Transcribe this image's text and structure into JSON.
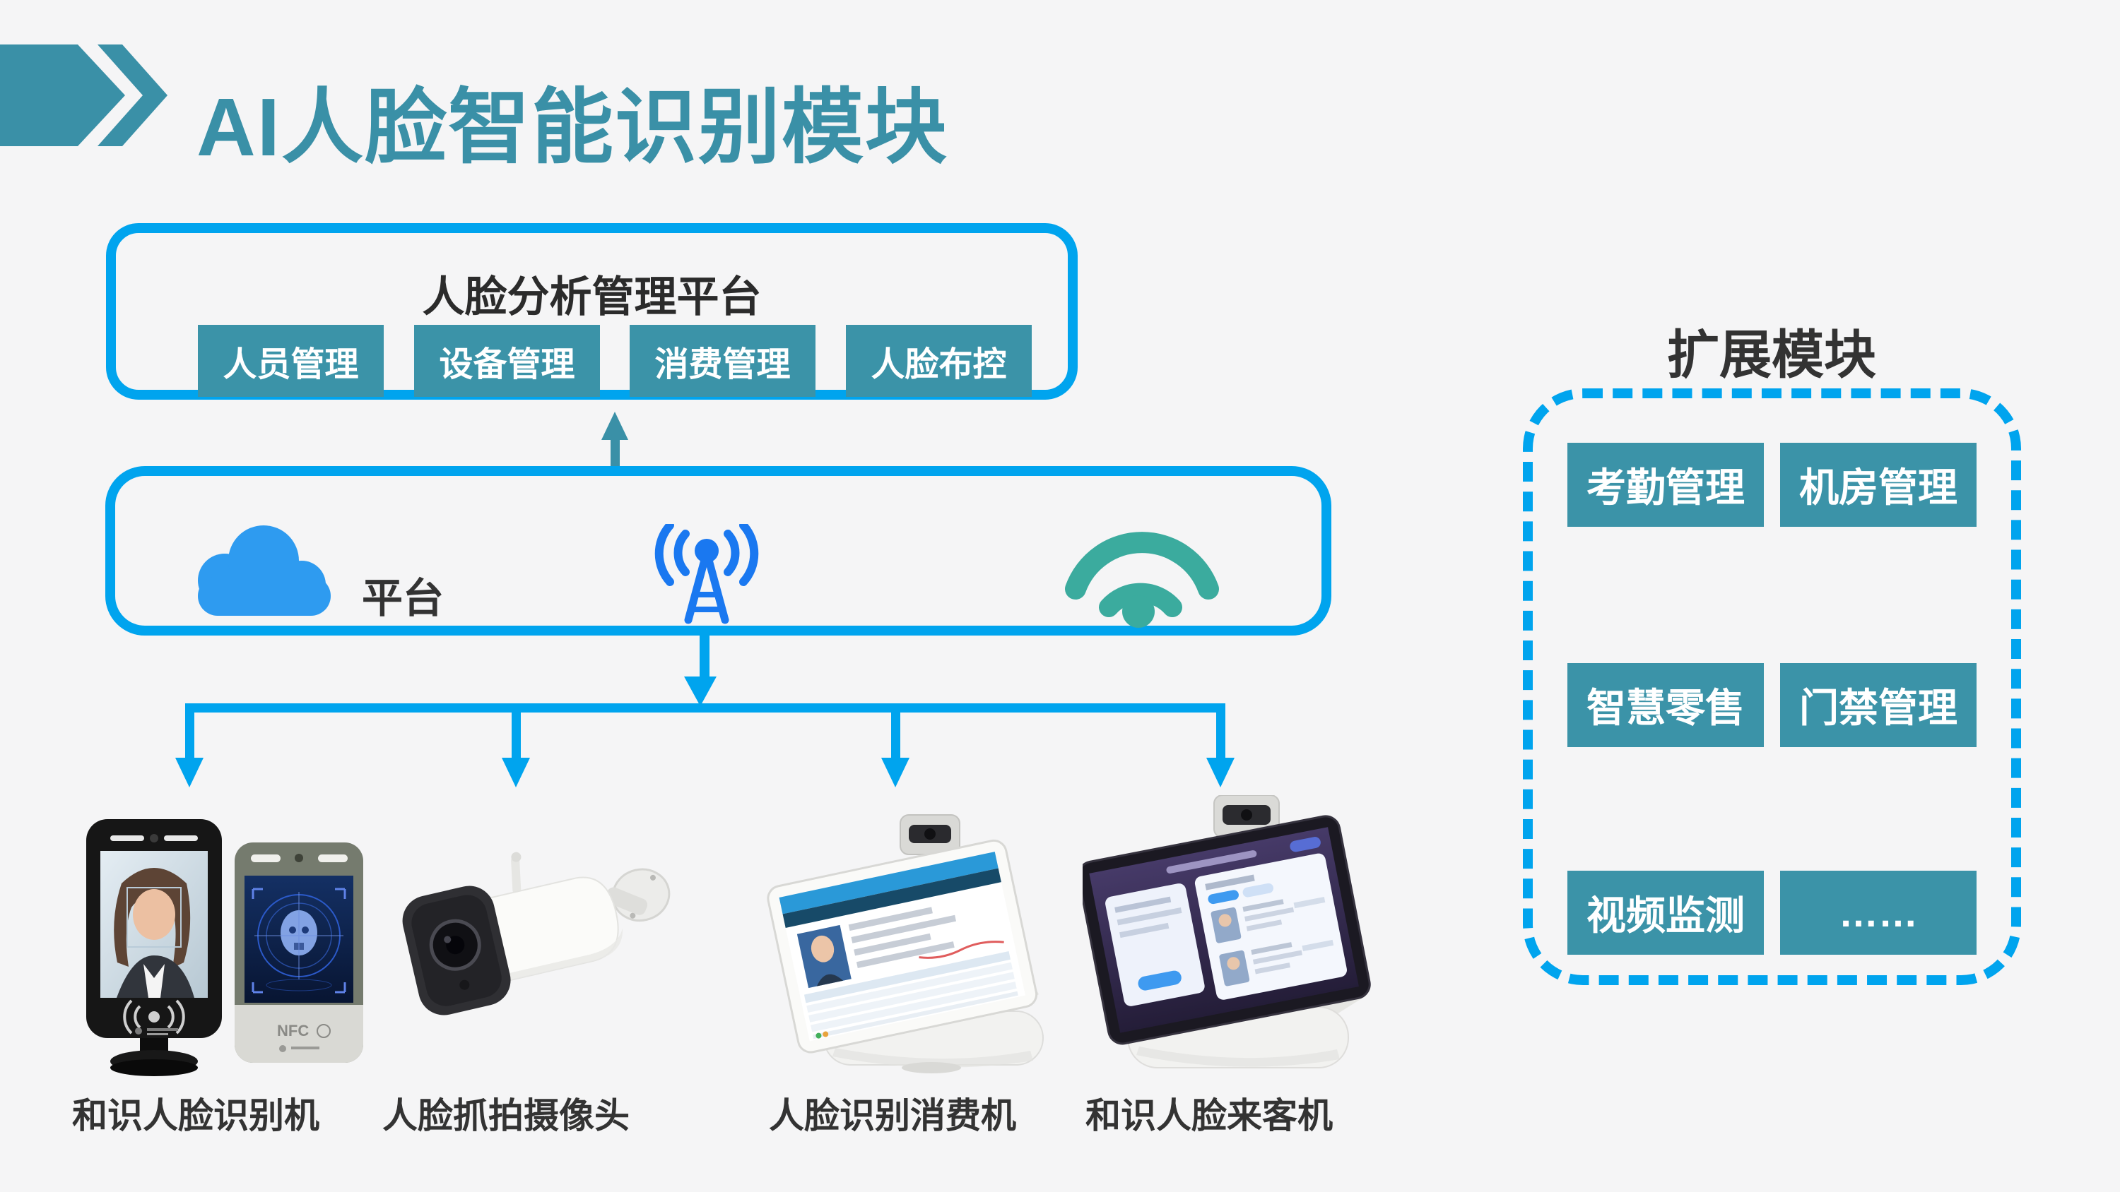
{
  "header": {
    "title": "AI人脸智能识别模块"
  },
  "platform_box": {
    "title": "人脸分析管理平台",
    "modules": [
      "人员管理",
      "设备管理",
      "消费管理",
      "人脸布控"
    ]
  },
  "network_box": {
    "label": "平台"
  },
  "devices": [
    {
      "label": "和识人脸识别机",
      "badge": "NFC"
    },
    {
      "label": "人脸抓拍摄像头"
    },
    {
      "label": "人脸识别消费机"
    },
    {
      "label": "和识人脸来客机"
    }
  ],
  "expansion": {
    "title": "扩展模块",
    "modules": [
      "考勤管理",
      "机房管理",
      "智慧零售",
      "门禁管理",
      "视频监测",
      "……"
    ]
  },
  "colors": {
    "teal": "#3a90a7",
    "teal_button": "#3b93a8",
    "blue": "#00a4ee",
    "cloud_blue": "#2e9bf0",
    "antenna_blue": "#1a78f0",
    "wifi_green": "#3bab9e",
    "dark": "#2b2b2b",
    "bg": "#f5f5f6"
  }
}
